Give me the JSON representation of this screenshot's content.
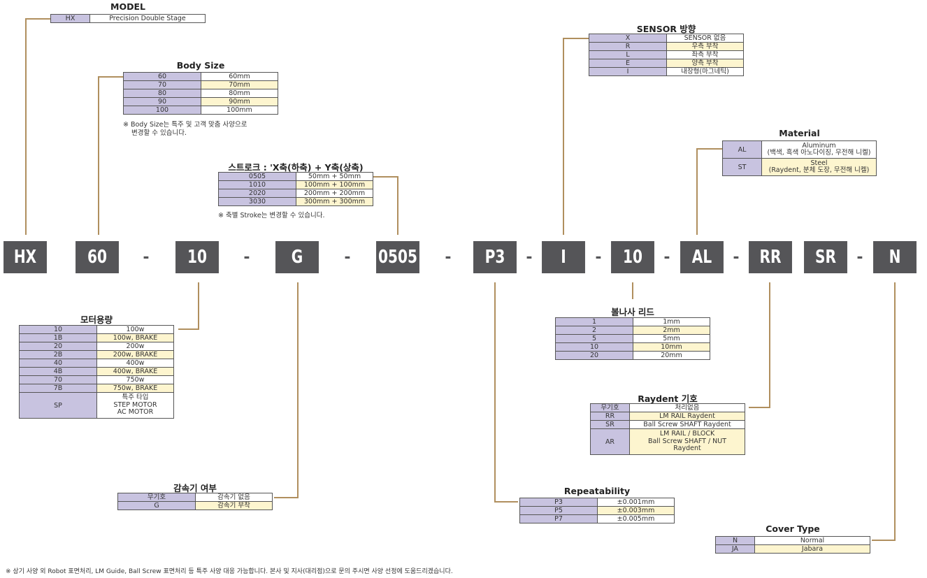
{
  "code_boxes": [
    "HX",
    "60",
    "10",
    "G",
    "0505",
    "P3",
    "I",
    "10",
    "AL",
    "RR",
    "SR",
    "N"
  ],
  "separator": "-",
  "model": {
    "title": "MODEL",
    "rows": [
      [
        "HX",
        "Precision Double Stage"
      ]
    ]
  },
  "body_size": {
    "title": "Body Size",
    "rows": [
      [
        "60",
        "60mm"
      ],
      [
        "70",
        "70mm"
      ],
      [
        "80",
        "80mm"
      ],
      [
        "90",
        "90mm"
      ],
      [
        "100",
        "100mm"
      ]
    ],
    "note_line1": "※ Body Size는 특주 및 고객 맞춤 사양으로",
    "note_line2": "변경할 수 있습니다."
  },
  "stroke": {
    "title": "스트로크 : 'X축(하축) + Y축(상축)",
    "rows": [
      [
        "0505",
        "50mm + 50mm"
      ],
      [
        "1010",
        "100mm + 100mm"
      ],
      [
        "2020",
        "200mm + 200mm"
      ],
      [
        "3030",
        "300mm + 300mm"
      ]
    ],
    "note": "※ 축별 Stroke는 변경할 수 있습니다."
  },
  "sensor": {
    "title": "SENSOR 방향",
    "rows": [
      [
        "X",
        "SENSOR 없음"
      ],
      [
        "R",
        "우측 부착"
      ],
      [
        "L",
        "좌측 부착"
      ],
      [
        "E",
        "양측 부착"
      ],
      [
        "I",
        "내장형(마그네틱)"
      ]
    ]
  },
  "material": {
    "title": "Material",
    "rows": [
      [
        "AL",
        "Aluminum",
        "(백색, 흑색 아노다이징, 무전해 니켈)"
      ],
      [
        "ST",
        "Steel",
        "(Raydent, 분체 도장, 무전해 니켈)"
      ]
    ]
  },
  "motor": {
    "title": "모터용량",
    "rows": [
      [
        "10",
        "100w"
      ],
      [
        "1B",
        "100w, BRAKE"
      ],
      [
        "20",
        "200w"
      ],
      [
        "2B",
        "200w, BRAKE"
      ],
      [
        "40",
        "400w"
      ],
      [
        "4B",
        "400w, BRAKE"
      ],
      [
        "70",
        "750w"
      ],
      [
        "7B",
        "750w, BRAKE"
      ]
    ],
    "sp_code": "SP",
    "sp_line1": "특주 타입",
    "sp_line2": "STEP MOTOR",
    "sp_line3": "AC MOTOR"
  },
  "reducer": {
    "title": "감속기 여부",
    "rows": [
      [
        "무기호",
        "감속기  없음"
      ],
      [
        "G",
        "감속기  부착"
      ]
    ]
  },
  "lead": {
    "title": "볼나사 리드",
    "rows": [
      [
        "1",
        "1mm"
      ],
      [
        "2",
        "2mm"
      ],
      [
        "5",
        "5mm"
      ],
      [
        "10",
        "10mm"
      ],
      [
        "20",
        "20mm"
      ]
    ]
  },
  "raydent": {
    "title": "Raydent 기호",
    "rows": [
      [
        "무기호",
        "처리없음"
      ],
      [
        "RR",
        "LM RAIL Raydent"
      ],
      [
        "SR",
        "Ball Screw SHAFT Raydent"
      ]
    ],
    "ar_code": "AR",
    "ar_line1": "LM RAIL / BLOCK",
    "ar_line2": "Ball Screw SHAFT / NUT",
    "ar_line3": "Raydent"
  },
  "repeatability": {
    "title": "Repeatability",
    "rows": [
      [
        "P3",
        "±0.001mm"
      ],
      [
        "P5",
        "±0.003mm"
      ],
      [
        "P7",
        "±0.005mm"
      ]
    ]
  },
  "cover": {
    "title": "Cover Type",
    "rows": [
      [
        "N",
        "Normal"
      ],
      [
        "JA",
        "Jabara"
      ]
    ]
  },
  "footnote": "※ 상기 사양 외 Robot 표면처리, LM Guide, Ball Screw 표면처리 등 특주 사양 대응 가능합니다. 본사 및 지사(대리점)으로 문의 주시면 사양 선정에 도움드리겠습니다.",
  "colors": {
    "key_cell": "#c8c3e0",
    "highlight_cell": "#fdf5cf",
    "code_box": "#555558",
    "connector": "#b08f5e"
  }
}
